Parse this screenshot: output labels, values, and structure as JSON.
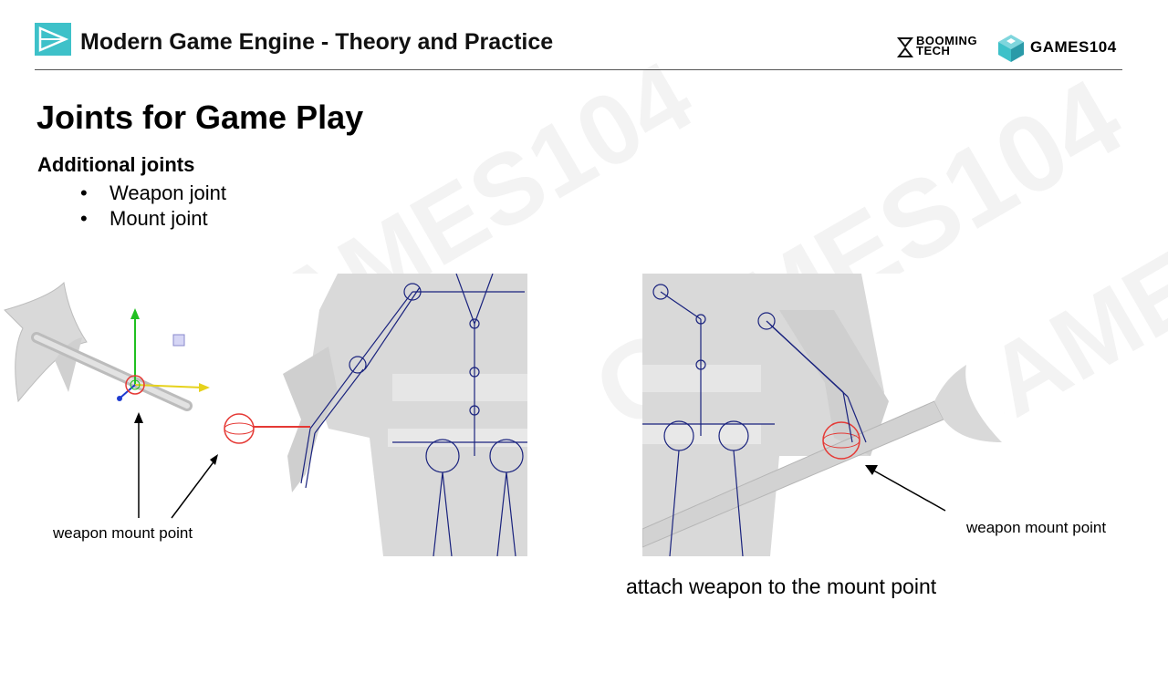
{
  "header": {
    "title": "Modern Game Engine - Theory and Practice",
    "brand_booming_line1": "BOOMING",
    "brand_booming_line2": "TECH",
    "brand_games": "GAMES104"
  },
  "slide": {
    "title": "Joints for Game Play",
    "section_heading": "Additional joints",
    "bullets": [
      "Weapon joint",
      "Mount joint"
    ],
    "bullet_glyph": "•"
  },
  "figures": {
    "left_caption": "weapon mount point",
    "right_caption": "weapon mount point",
    "attach_caption": "attach weapon to the mount point"
  },
  "watermark": {
    "text": "GAMES104"
  },
  "colors": {
    "accent": "#3ec1c9",
    "skeleton": "#1a237e",
    "mount_circle": "#e53935",
    "axis_green": "#21c021",
    "axis_yellow": "#e6d21c",
    "model_gray": "#d9d9d9"
  }
}
